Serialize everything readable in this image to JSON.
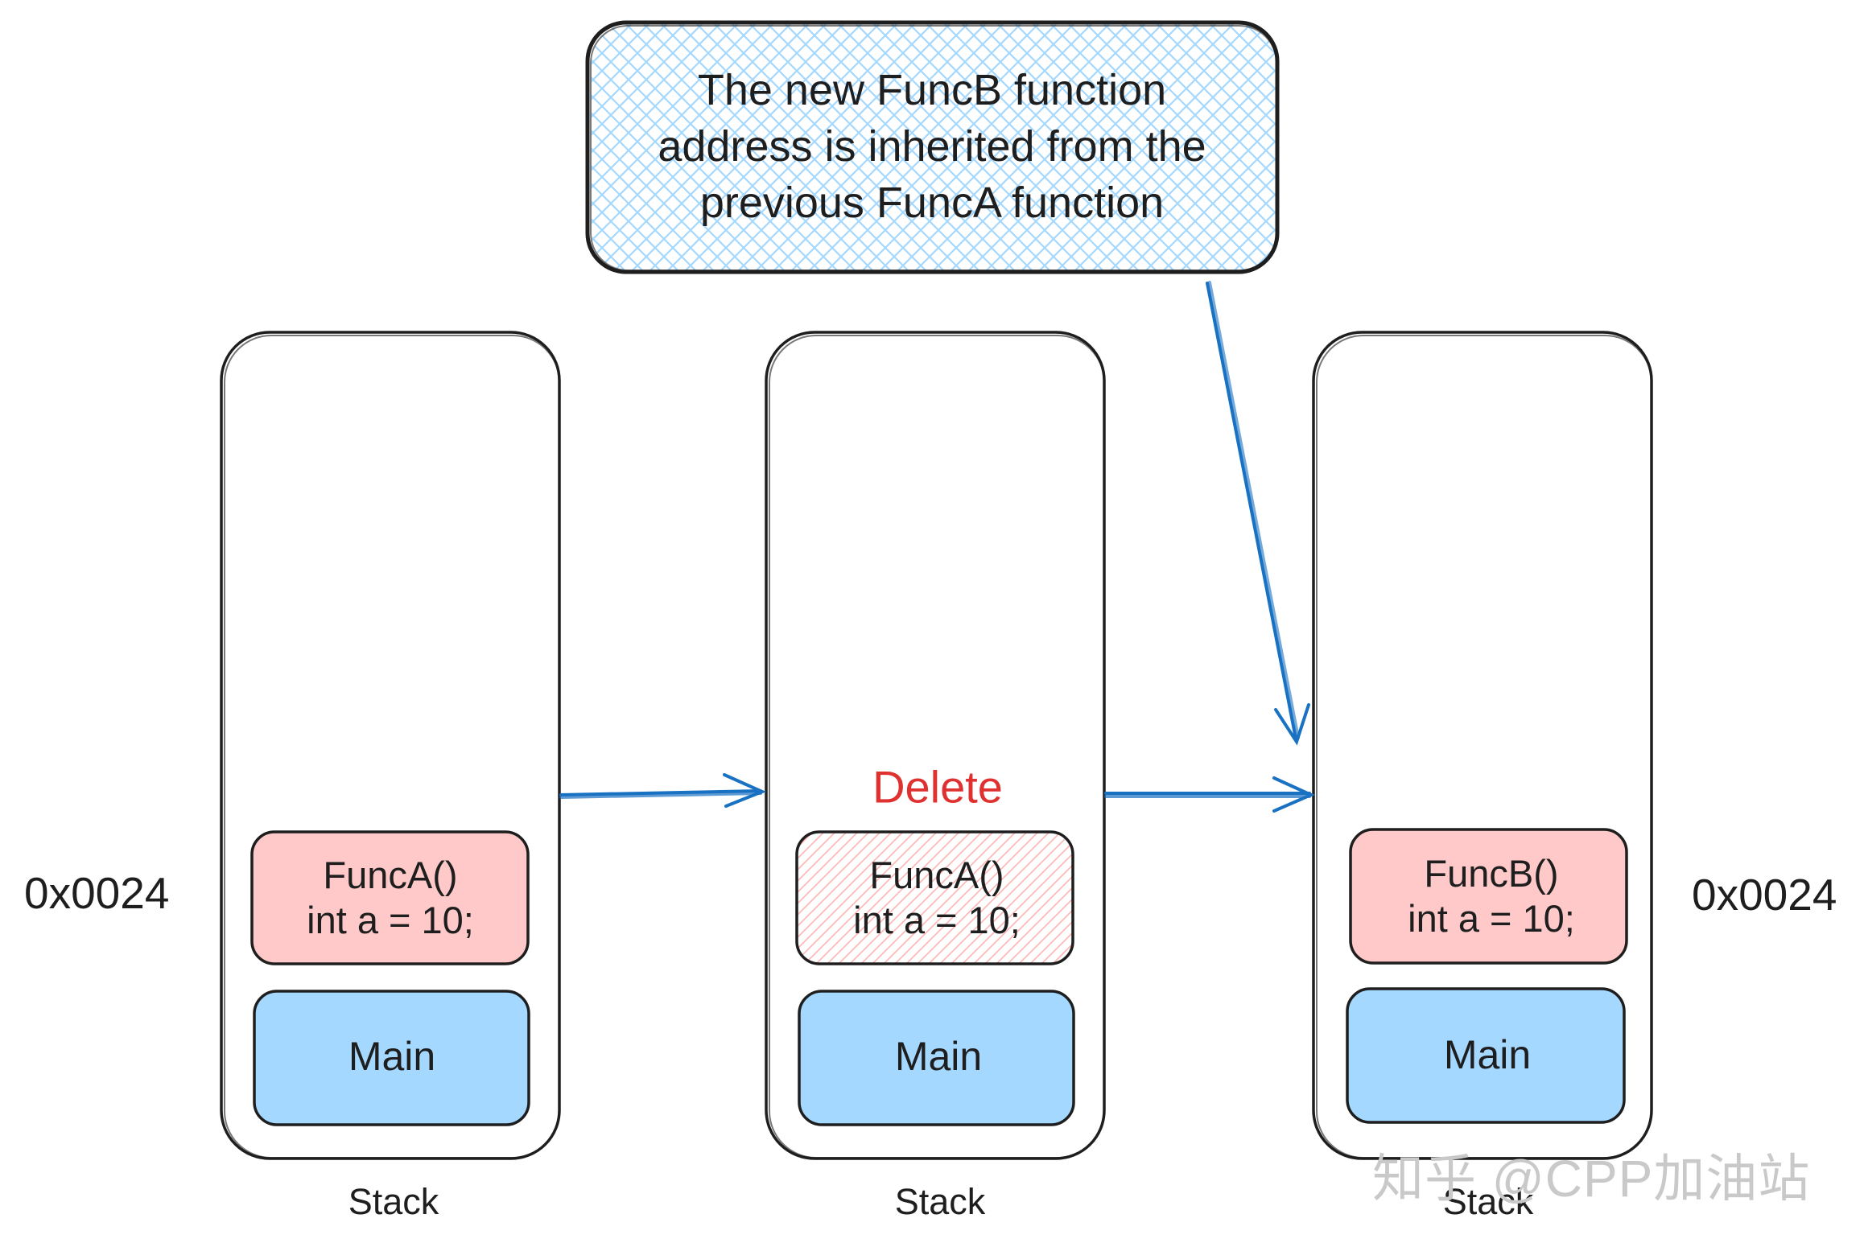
{
  "callout": {
    "lines": [
      "The new FuncB function",
      "address is inherited from the",
      "previous FuncA function"
    ]
  },
  "stacks": [
    {
      "label": "Stack",
      "frame": {
        "lines": [
          "FuncA()",
          "int a = 10;"
        ]
      },
      "main": "Main",
      "address": "0x0024"
    },
    {
      "label": "Stack",
      "status": "Delete",
      "frame": {
        "lines": [
          "FuncA()",
          "int a = 10;"
        ]
      },
      "main": "Main"
    },
    {
      "label": "Stack",
      "frame": {
        "lines": [
          "FuncB()",
          "int a = 10;"
        ]
      },
      "main": "Main",
      "address": "0x0024"
    }
  ],
  "watermark": "知乎 @CPP加油站",
  "colors": {
    "stroke": "#1e1e1e",
    "frame_fill": "#ffc9c9",
    "main_fill": "#a5d8ff",
    "callout_hatch": "#a5d8ff",
    "arrow": "#1971c2",
    "delete_text": "#e03131",
    "deleted_hatch": "#ffc9c9",
    "watermark": "#c9c9c9"
  }
}
